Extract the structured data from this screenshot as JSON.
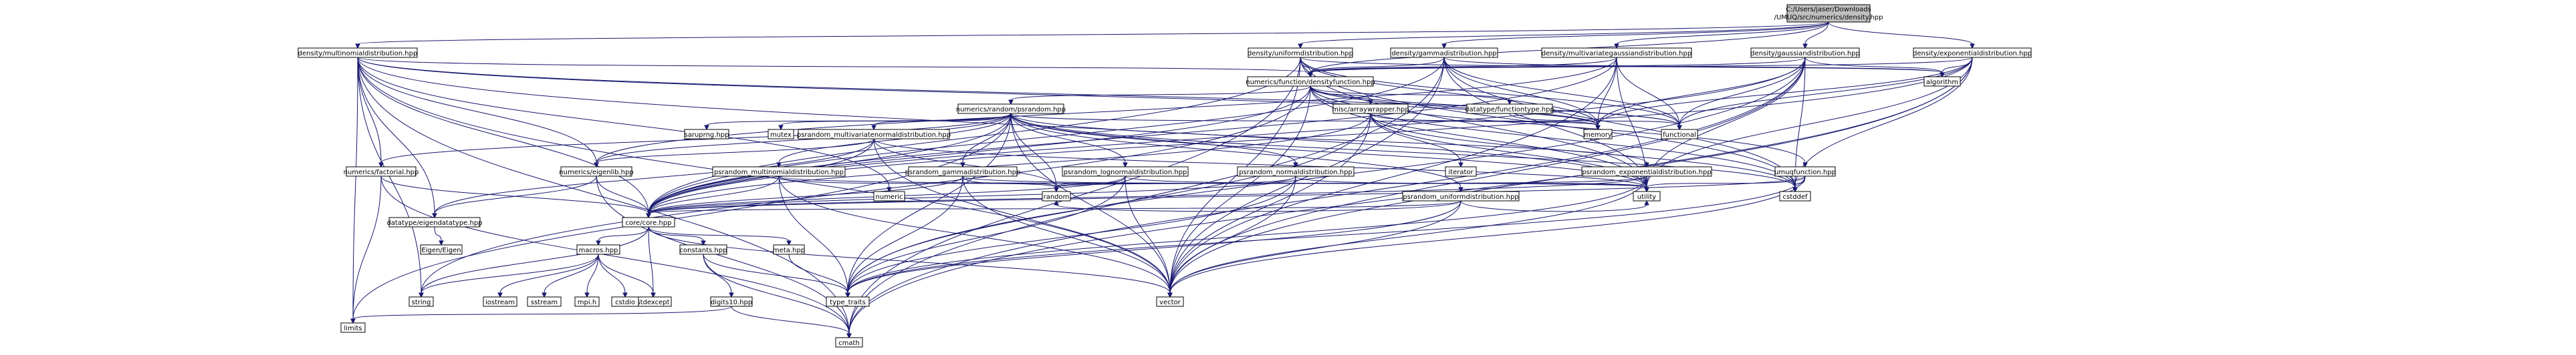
{
  "graph": {
    "nodes": [
      {
        "id": "root",
        "label": "C:/Users/jaser/Downloads/UMUQ/src/numerics/density.hpp",
        "lines": [
          "C:/Users/jaser/Downloads",
          "/UMUQ/src/numerics/density.hpp"
        ],
        "header": true
      },
      {
        "id": "dmult",
        "label": "density/multinomialdistribution.hpp"
      },
      {
        "id": "dunif",
        "label": "density/uniformdistribution.hpp"
      },
      {
        "id": "dgamma",
        "label": "density/gammadistribution.hpp"
      },
      {
        "id": "dmvg",
        "label": "density/multivariategaussiandistribution.hpp"
      },
      {
        "id": "dgauss",
        "label": "density/gaussiandistribution.hpp"
      },
      {
        "id": "dexp",
        "label": "density/exponentialdistribution.hpp"
      },
      {
        "id": "dfunc",
        "label": "numerics/function/densityfunction.hpp"
      },
      {
        "id": "algorithm",
        "label": "algorithm"
      },
      {
        "id": "rparam",
        "label": "numerics/random/psrandom.hpp"
      },
      {
        "id": "misc",
        "label": "misc/arraywrapper.hpp"
      },
      {
        "id": "dtype",
        "label": "datatype/functiontype.hpp"
      },
      {
        "id": "memory",
        "label": "memory"
      },
      {
        "id": "functional",
        "label": "functional"
      },
      {
        "id": "saruprng",
        "label": "saruprng.hpp"
      },
      {
        "id": "mutex",
        "label": "mutex"
      },
      {
        "id": "iterator",
        "label": "iterator"
      },
      {
        "id": "pmvn",
        "label": "psrandom_multivariatenormaldistribution.hpp"
      },
      {
        "id": "nfact",
        "label": "numerics/factorial.hpp"
      },
      {
        "id": "neigen",
        "label": "numerics/eigenlib.hpp"
      },
      {
        "id": "pmult",
        "label": "psrandom_multinomialdistribution.hpp"
      },
      {
        "id": "pgamma",
        "label": "psrandom_gammadistribution.hpp"
      },
      {
        "id": "plogn",
        "label": "psrandom_lognormaldistribution.hpp"
      },
      {
        "id": "pnorm",
        "label": "psrandom_normaldistribution.hpp"
      },
      {
        "id": "punif",
        "label": "psrandom_uniformdistribution.hpp"
      },
      {
        "id": "pexp",
        "label": "psrandom_exponentialdistribution.hpp"
      },
      {
        "id": "umuq",
        "label": "umuqfunction.hpp"
      },
      {
        "id": "dteigen",
        "label": "datatype/eigendatatype.hpp"
      },
      {
        "id": "core",
        "label": "core/core.hpp"
      },
      {
        "id": "numeric",
        "label": "numeric"
      },
      {
        "id": "random",
        "label": "random"
      },
      {
        "id": "utility",
        "label": "utility"
      },
      {
        "id": "cstddef",
        "label": "cstddef"
      },
      {
        "id": "eigen",
        "label": "Eigen/Eigen"
      },
      {
        "id": "macros",
        "label": "macros.hpp"
      },
      {
        "id": "constants",
        "label": "constants.hpp"
      },
      {
        "id": "meta",
        "label": "meta.hpp"
      },
      {
        "id": "digits",
        "label": "digits10.hpp"
      },
      {
        "id": "stdexcept",
        "label": "stdexcept"
      },
      {
        "id": "typetraits",
        "label": "type_traits"
      },
      {
        "id": "vector",
        "label": "vector"
      },
      {
        "id": "string",
        "label": "string"
      },
      {
        "id": "iostream",
        "label": "iostream"
      },
      {
        "id": "sstream",
        "label": "sstream"
      },
      {
        "id": "mpih",
        "label": "mpi.h"
      },
      {
        "id": "cstdio",
        "label": "cstdio"
      },
      {
        "id": "limits",
        "label": "limits"
      },
      {
        "id": "cmath",
        "label": "cmath"
      }
    ],
    "edges": [
      [
        "root",
        "dmult"
      ],
      [
        "root",
        "dunif"
      ],
      [
        "root",
        "dgamma"
      ],
      [
        "root",
        "dmvg"
      ],
      [
        "root",
        "dgauss"
      ],
      [
        "root",
        "dexp"
      ],
      [
        "root",
        "dfunc"
      ],
      [
        "dmult",
        "dfunc"
      ],
      [
        "dmult",
        "neigen"
      ],
      [
        "dmult",
        "nfact"
      ],
      [
        "dmult",
        "core"
      ],
      [
        "dmult",
        "string"
      ],
      [
        "dmult",
        "limits"
      ],
      [
        "dmult",
        "cmath"
      ],
      [
        "dmult",
        "vector"
      ],
      [
        "dmult",
        "memory"
      ],
      [
        "dmult",
        "functional"
      ],
      [
        "dmult",
        "utility"
      ],
      [
        "dmult",
        "dteigen"
      ],
      [
        "dmult",
        "numeric"
      ],
      [
        "dunif",
        "dfunc"
      ],
      [
        "dunif",
        "algorithm"
      ],
      [
        "dunif",
        "core"
      ],
      [
        "dunif",
        "cmath"
      ],
      [
        "dunif",
        "vector"
      ],
      [
        "dunif",
        "memory"
      ],
      [
        "dunif",
        "functional"
      ],
      [
        "dunif",
        "utility"
      ],
      [
        "dunif",
        "cstddef"
      ],
      [
        "dgamma",
        "dfunc"
      ],
      [
        "dgamma",
        "core"
      ],
      [
        "dgamma",
        "cmath"
      ],
      [
        "dgamma",
        "vector"
      ],
      [
        "dgamma",
        "memory"
      ],
      [
        "dgamma",
        "functional"
      ],
      [
        "dgamma",
        "utility"
      ],
      [
        "dgamma",
        "cstddef"
      ],
      [
        "dgamma",
        "algorithm"
      ],
      [
        "dmvg",
        "dfunc"
      ],
      [
        "dmvg",
        "core"
      ],
      [
        "dmvg",
        "neigen"
      ],
      [
        "dmvg",
        "vector"
      ],
      [
        "dmvg",
        "memory"
      ],
      [
        "dmvg",
        "functional"
      ],
      [
        "dmvg",
        "utility"
      ],
      [
        "dgauss",
        "dfunc"
      ],
      [
        "dgauss",
        "algorithm"
      ],
      [
        "dgauss",
        "core"
      ],
      [
        "dgauss",
        "cmath"
      ],
      [
        "dgauss",
        "vector"
      ],
      [
        "dgauss",
        "memory"
      ],
      [
        "dgauss",
        "functional"
      ],
      [
        "dgauss",
        "utility"
      ],
      [
        "dgauss",
        "cstddef"
      ],
      [
        "dgauss",
        "typetraits"
      ],
      [
        "dexp",
        "dfunc"
      ],
      [
        "dexp",
        "algorithm"
      ],
      [
        "dexp",
        "core"
      ],
      [
        "dexp",
        "cmath"
      ],
      [
        "dexp",
        "vector"
      ],
      [
        "dexp",
        "memory"
      ],
      [
        "dexp",
        "functional"
      ],
      [
        "dexp",
        "utility"
      ],
      [
        "dexp",
        "cstddef"
      ],
      [
        "dfunc",
        "rparam"
      ],
      [
        "dfunc",
        "misc"
      ],
      [
        "dfunc",
        "dtype"
      ],
      [
        "dfunc",
        "umuq"
      ],
      [
        "dfunc",
        "core"
      ],
      [
        "dfunc",
        "string"
      ],
      [
        "dfunc",
        "vector"
      ],
      [
        "dfunc",
        "memory"
      ],
      [
        "dfunc",
        "functional"
      ],
      [
        "dfunc",
        "utility"
      ],
      [
        "dfunc",
        "cstddef"
      ],
      [
        "rparam",
        "core"
      ],
      [
        "rparam",
        "saruprng"
      ],
      [
        "rparam",
        "mutex"
      ],
      [
        "rparam",
        "pmvn"
      ],
      [
        "rparam",
        "pmult"
      ],
      [
        "rparam",
        "pgamma"
      ],
      [
        "rparam",
        "plogn"
      ],
      [
        "rparam",
        "pnorm"
      ],
      [
        "rparam",
        "punif"
      ],
      [
        "rparam",
        "pexp"
      ],
      [
        "rparam",
        "neigen"
      ],
      [
        "rparam",
        "nfact"
      ],
      [
        "rparam",
        "random"
      ],
      [
        "rparam",
        "vector"
      ],
      [
        "rparam",
        "utility"
      ],
      [
        "rparam",
        "memory"
      ],
      [
        "rparam",
        "cstddef"
      ],
      [
        "rparam",
        "limits"
      ],
      [
        "rparam",
        "typetraits"
      ],
      [
        "misc",
        "core"
      ],
      [
        "misc",
        "iterator"
      ],
      [
        "misc",
        "memory"
      ],
      [
        "misc",
        "vector"
      ],
      [
        "misc",
        "utility"
      ],
      [
        "misc",
        "cstddef"
      ],
      [
        "misc",
        "typetraits"
      ],
      [
        "dtype",
        "functional"
      ],
      [
        "pmvn",
        "core"
      ],
      [
        "pmvn",
        "neigen"
      ],
      [
        "pmvn",
        "dteigen"
      ],
      [
        "pmvn",
        "random"
      ],
      [
        "pmvn",
        "vector"
      ],
      [
        "pmvn",
        "utility"
      ],
      [
        "nfact",
        "core"
      ],
      [
        "nfact",
        "limits"
      ],
      [
        "nfact",
        "cmath"
      ],
      [
        "neigen",
        "core"
      ],
      [
        "neigen",
        "dteigen"
      ],
      [
        "neigen",
        "cmath"
      ],
      [
        "pmult",
        "core"
      ],
      [
        "pmult",
        "random"
      ],
      [
        "pmult",
        "vector"
      ],
      [
        "pmult",
        "utility"
      ],
      [
        "pmult",
        "typetraits"
      ],
      [
        "pgamma",
        "core"
      ],
      [
        "pgamma",
        "random"
      ],
      [
        "pgamma",
        "vector"
      ],
      [
        "pgamma",
        "utility"
      ],
      [
        "pgamma",
        "typetraits"
      ],
      [
        "plogn",
        "core"
      ],
      [
        "plogn",
        "random"
      ],
      [
        "plogn",
        "vector"
      ],
      [
        "plogn",
        "utility"
      ],
      [
        "plogn",
        "typetraits"
      ],
      [
        "pnorm",
        "core"
      ],
      [
        "pnorm",
        "random"
      ],
      [
        "pnorm",
        "vector"
      ],
      [
        "pnorm",
        "utility"
      ],
      [
        "pnorm",
        "typetraits"
      ],
      [
        "punif",
        "core"
      ],
      [
        "punif",
        "random"
      ],
      [
        "punif",
        "vector"
      ],
      [
        "punif",
        "utility"
      ],
      [
        "punif",
        "typetraits"
      ],
      [
        "pexp",
        "core"
      ],
      [
        "pexp",
        "random"
      ],
      [
        "pexp",
        "vector"
      ],
      [
        "pexp",
        "utility"
      ],
      [
        "pexp",
        "typetraits"
      ],
      [
        "umuq",
        "core"
      ],
      [
        "umuq",
        "vector"
      ],
      [
        "umuq",
        "utility"
      ],
      [
        "umuq",
        "cstddef"
      ],
      [
        "umuq",
        "typetraits"
      ],
      [
        "dteigen",
        "eigen"
      ],
      [
        "core",
        "macros"
      ],
      [
        "core",
        "constants"
      ],
      [
        "core",
        "meta"
      ],
      [
        "core",
        "stdexcept"
      ],
      [
        "core",
        "string"
      ],
      [
        "core",
        "vector"
      ],
      [
        "macros",
        "string"
      ],
      [
        "macros",
        "iostream"
      ],
      [
        "macros",
        "sstream"
      ],
      [
        "macros",
        "mpih"
      ],
      [
        "macros",
        "cstdio"
      ],
      [
        "macros",
        "stdexcept"
      ],
      [
        "constants",
        "digits"
      ],
      [
        "constants",
        "cmath"
      ],
      [
        "constants",
        "typetraits"
      ],
      [
        "meta",
        "typetraits"
      ],
      [
        "digits",
        "limits"
      ],
      [
        "digits",
        "cmath"
      ]
    ]
  }
}
